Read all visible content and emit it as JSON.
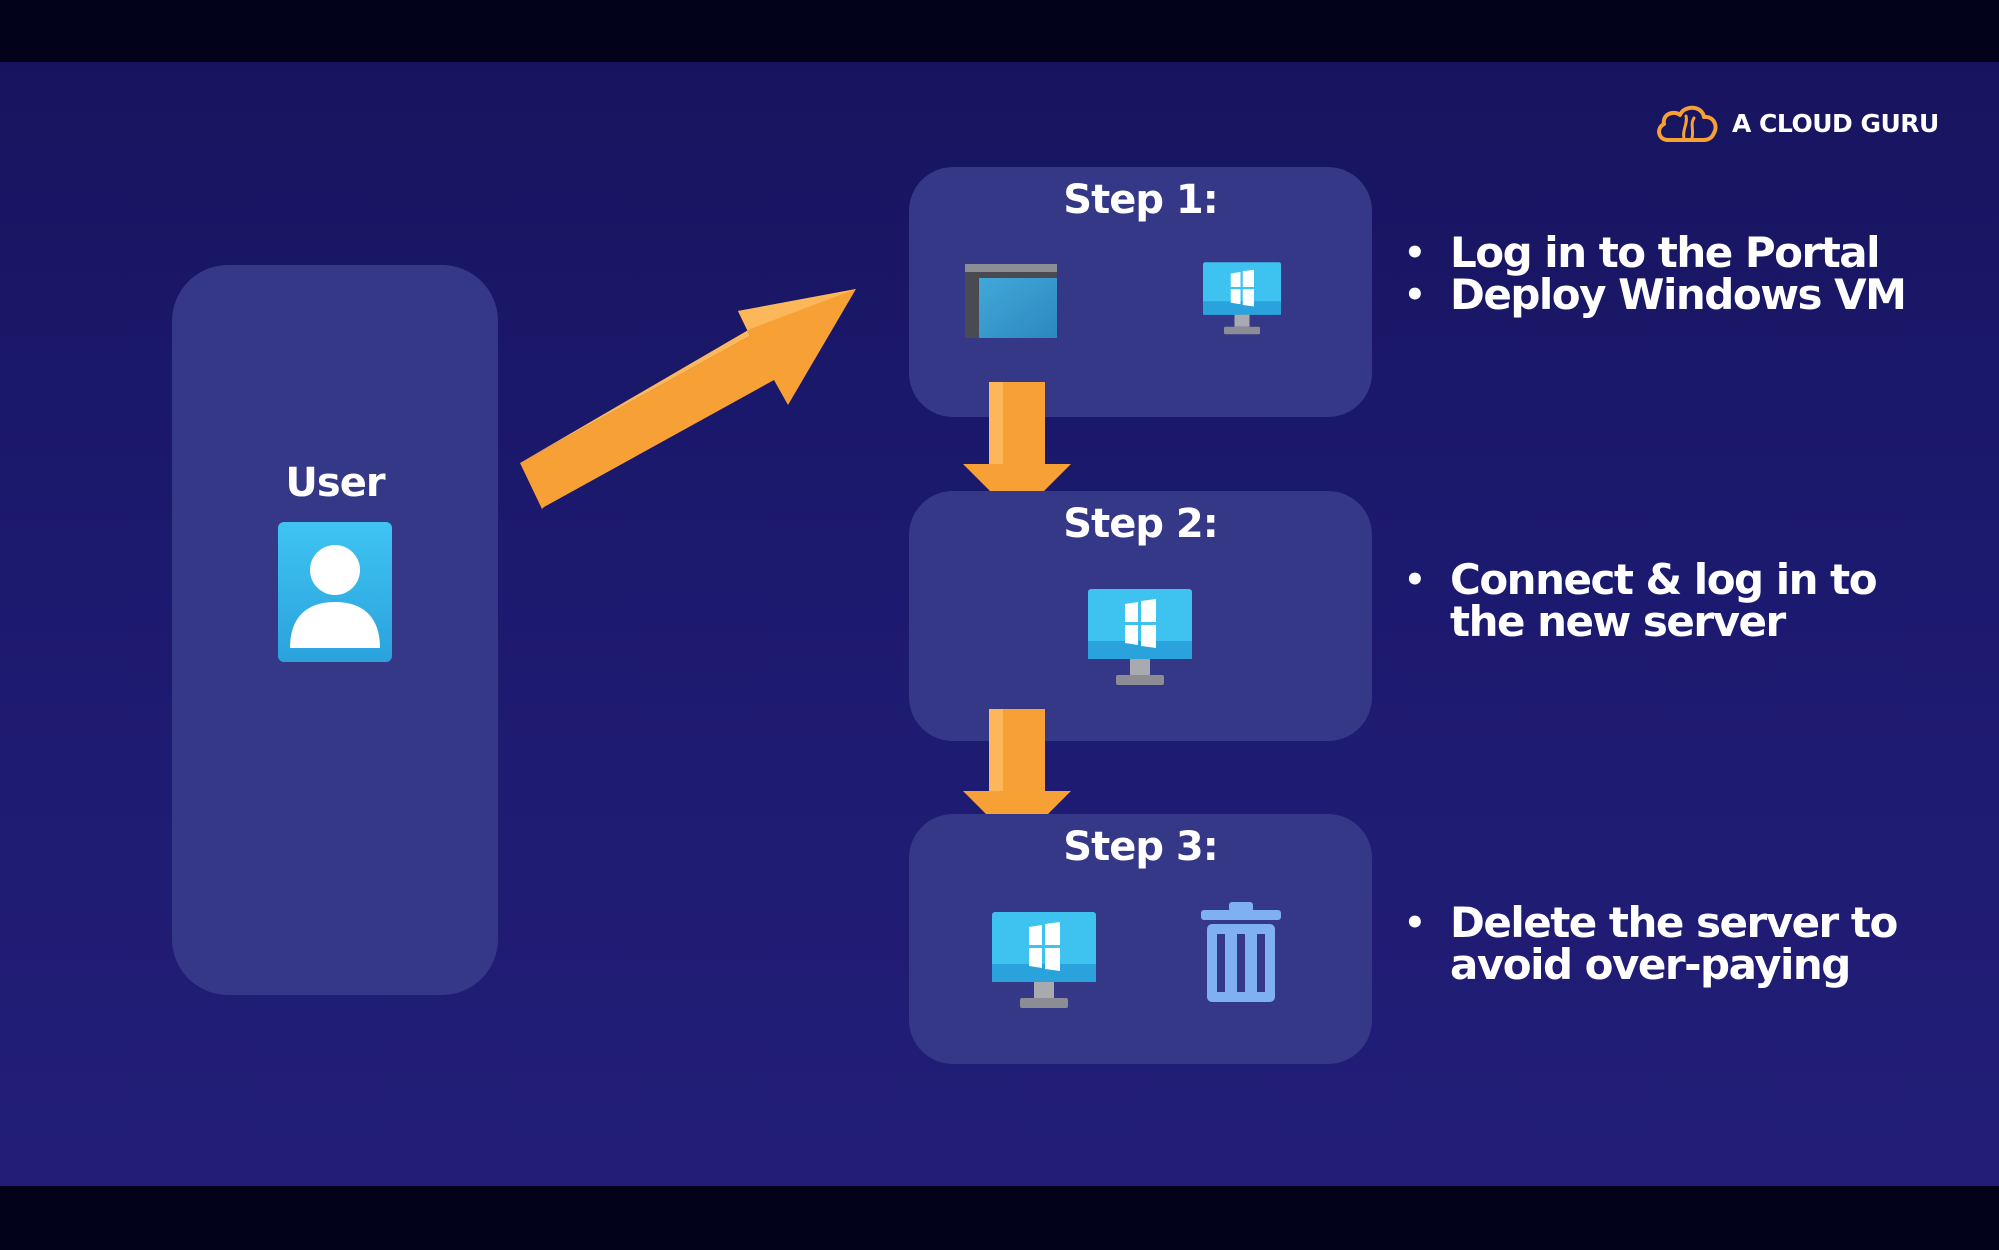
{
  "brand": {
    "name": "A CLOUD GURU",
    "accent_color": "#f7a035",
    "logo_icon": "cloud-logo-icon"
  },
  "user": {
    "label": "User",
    "icon": "user-avatar-icon"
  },
  "steps": [
    {
      "title": "Step 1:",
      "icons": [
        "browser-window-icon",
        "monitor-icon"
      ],
      "bullets": [
        "Log in to the Portal",
        "Deploy Windows VM"
      ]
    },
    {
      "title": "Step 2:",
      "icons": [
        "monitor-icon"
      ],
      "bullets": [
        "Connect & log in to the new server"
      ]
    },
    {
      "title": "Step 3:",
      "icons": [
        "monitor-icon",
        "trash-icon"
      ],
      "bullets": [
        "Delete the server to avoid over-paying"
      ]
    }
  ],
  "bullet_symbol": "•",
  "colors": {
    "background": "#1c1a6f",
    "panel": "#353887",
    "arrow": "#f7a035",
    "icon_blue": "#3ec3f0"
  }
}
